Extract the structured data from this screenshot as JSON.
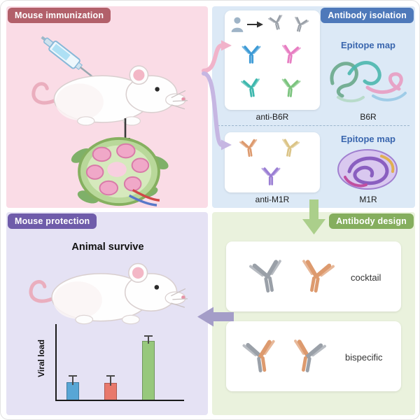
{
  "figure": {
    "immunization": {
      "badge": "Mouse immunization"
    },
    "isolation": {
      "badge": "Antibody isolation",
      "b6r": {
        "panel_label": "anti-B6R",
        "epitope_title": "Epitope map",
        "protein_name": "B6R"
      },
      "m1r": {
        "panel_label": "anti-M1R",
        "epitope_title": "Epitope map",
        "protein_name": "M1R"
      }
    },
    "design": {
      "badge": "Antibody design",
      "cocktail_label": "cocktail",
      "bispecific_label": "bispecific"
    },
    "protection": {
      "badge": "Mouse protection",
      "survive_title": "Animal survive"
    }
  },
  "chart_data": {
    "type": "bar",
    "categories": [
      "",
      "",
      ""
    ],
    "values": [
      1.05,
      1.0,
      3.5
    ],
    "errors": [
      0.4,
      0.45,
      0.33
    ],
    "colors": [
      "#58a6d5",
      "#e8796c",
      "#97c87c"
    ],
    "title": "",
    "xlabel": "",
    "ylabel": "Viral load",
    "ylim": [
      0,
      4.5
    ],
    "grid": false,
    "legend": false
  },
  "colors": {
    "quad_pink": "#fadce6",
    "quad_blue": "#dce9f6",
    "quad_green": "#eaf2dd",
    "quad_lavender": "#e5e2f4",
    "badge_immunization": "#b2606a",
    "badge_isolation": "#4e79ba",
    "badge_design": "#85ae5e",
    "badge_protection": "#6f5caa",
    "epitope_title": "#3a66ae",
    "antibody_gray": "#9aa0a8",
    "antibody_blue": "#3e9bd6",
    "antibody_pink": "#e77ec2",
    "antibody_teal": "#3fb8ae",
    "antibody_green": "#7cc47f",
    "antibody_orange": "#dd9a6e",
    "antibody_cream": "#dbc487",
    "antibody_purple": "#9b7fd4"
  }
}
